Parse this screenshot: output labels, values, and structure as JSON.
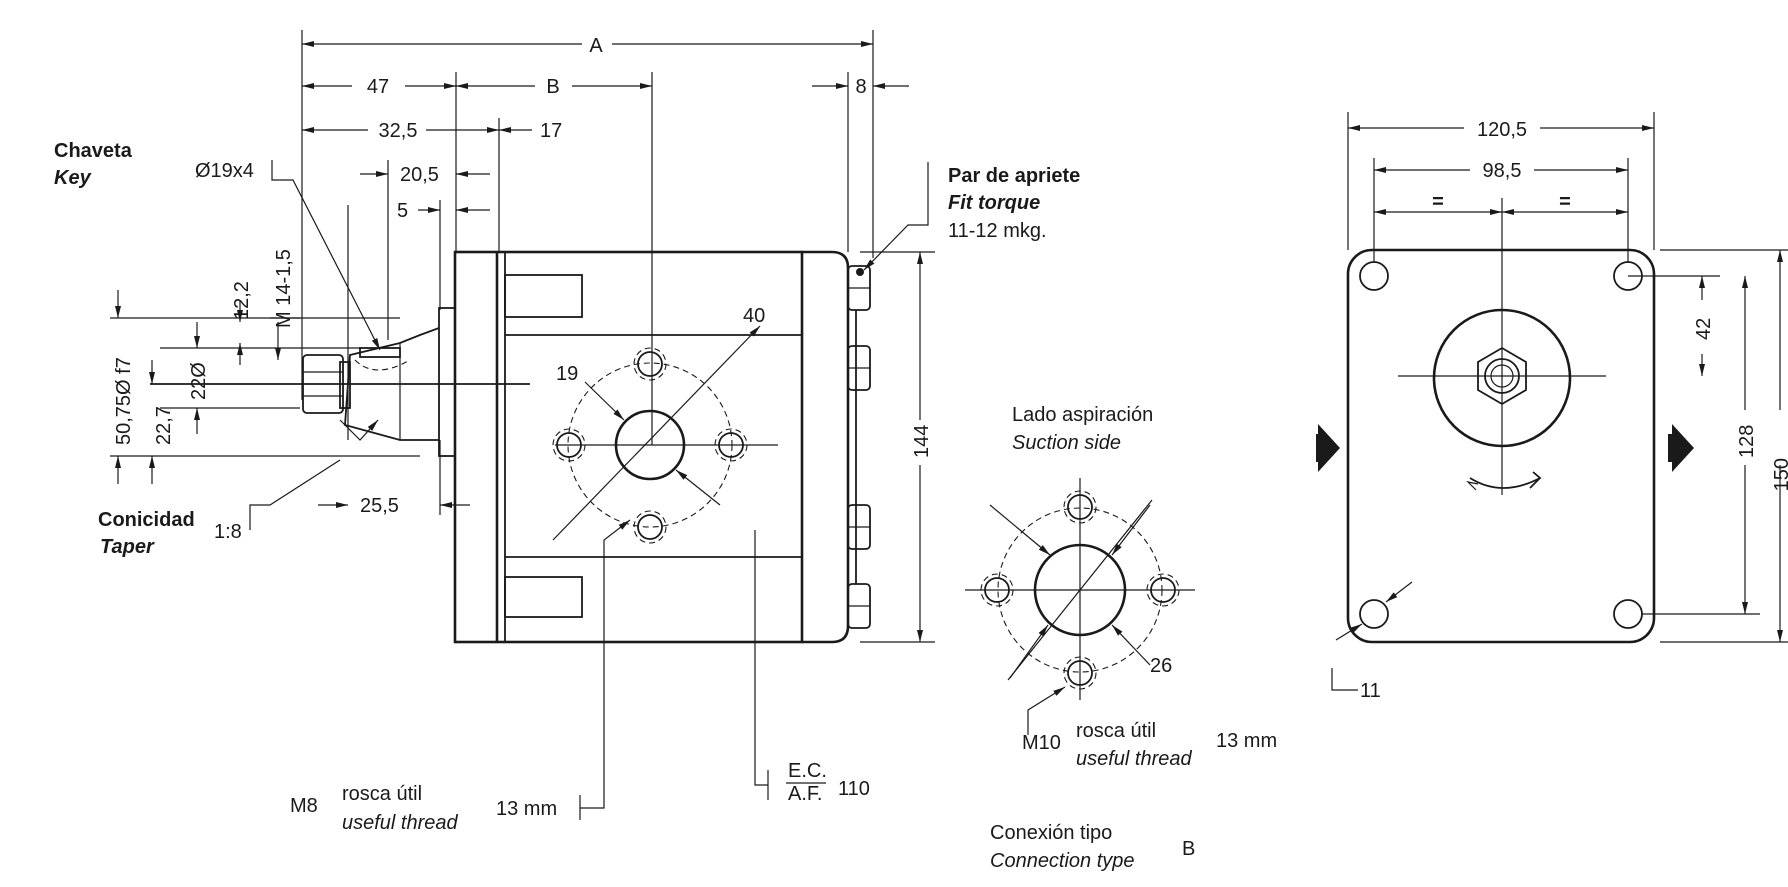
{
  "dimensions": {
    "A": "A",
    "d47": "47",
    "B": "B",
    "d8": "8",
    "d32_5": "32,5",
    "d17": "17",
    "d20_5": "20,5",
    "d5": "5",
    "key_dia": "Ø19x4",
    "thread_m14": "M 14-1,5",
    "d12_2": "12,2",
    "d50_75": "50,75Ø f7",
    "d22": "22Ø",
    "d22_7": "22,7",
    "d25_5": "25,5",
    "d40": "40",
    "d19": "19",
    "d144": "144",
    "d26": "26",
    "d120_5": "120,5",
    "d98_5": "98,5",
    "eq_left": "=",
    "eq_right": "=",
    "d42": "42",
    "d128": "128",
    "d150": "150",
    "d11": "11",
    "ec": "E.C.",
    "af": "A.F.",
    "d110": "110",
    "taper_ratio": "1:8"
  },
  "labels": {
    "chaveta": "Chaveta",
    "key": "Key",
    "par_apriete": "Par de apriete",
    "fit_torque": "Fit torque",
    "torque_value": "11-12 mkg.",
    "conicidad": "Conicidad",
    "taper": "Taper",
    "lado_aspiracion": "Lado aspiración",
    "suction_side": "Suction side",
    "m10": "M10",
    "m10_rosca": "rosca útil",
    "m10_useful": "useful thread",
    "m10_len": "13 mm",
    "m8": "M8",
    "m8_rosca": "rosca útil",
    "m8_useful": "useful thread",
    "m8_len": "13 mm",
    "conexion_tipo": "Conexión tipo",
    "connection_type": "Connection type",
    "connection_value": "B"
  }
}
